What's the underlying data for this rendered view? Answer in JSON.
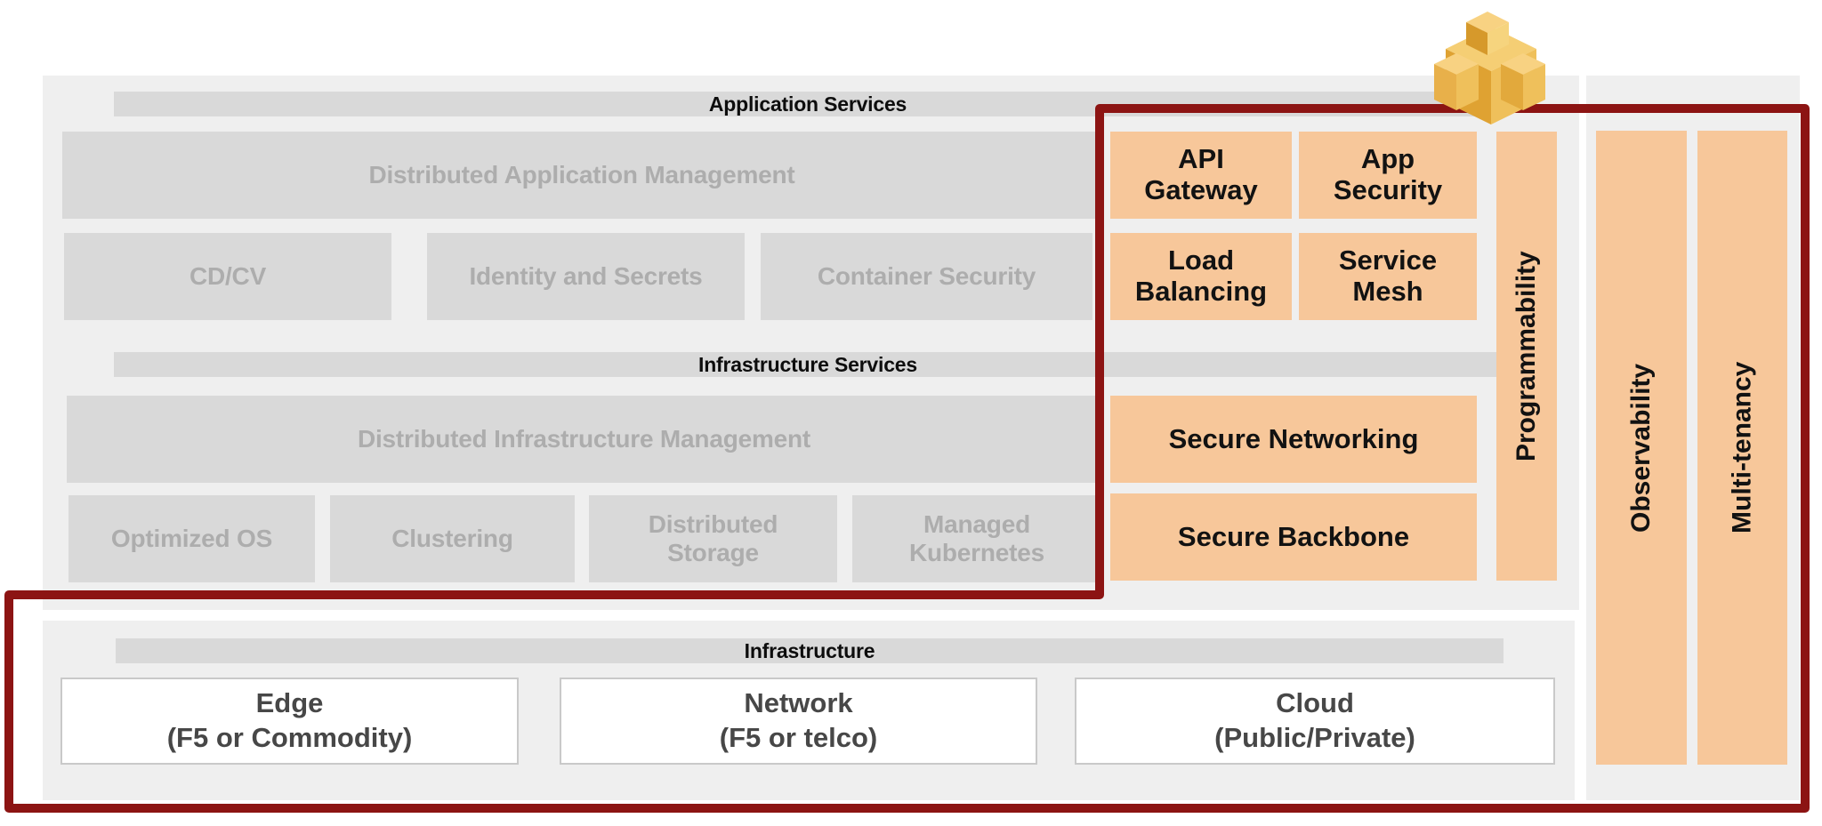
{
  "palette": {
    "panel_bg": "#EFEFEF",
    "band_bg": "#D9D9D9",
    "gray_box_bg": "#D9D9D9",
    "gray_box_text": "#ADADAD",
    "orange_box_bg": "#F7C79A",
    "black_text": "#121212",
    "white_box_text": "#474747",
    "red_border": "#8C1413",
    "cube_gold_top": "#F8D282",
    "cube_gold_left": "#DFA232",
    "cube_gold_right": "#EFC05B"
  },
  "bands": {
    "application": "Application Services",
    "infrastructure_services": "Infrastructure Services",
    "infrastructure": "Infrastructure"
  },
  "application_layer": {
    "management": "Distributed Application Management",
    "boxes": [
      "CD/CV",
      "Identity and Secrets",
      "Container Security"
    ]
  },
  "application_services": {
    "api_gateway": {
      "l1": "API",
      "l2": "Gateway"
    },
    "app_security": {
      "l1": "App",
      "l2": "Security"
    },
    "load_balancing": {
      "l1": "Load",
      "l2": "Balancing"
    },
    "service_mesh": {
      "l1": "Service",
      "l2": "Mesh"
    },
    "secure_networking": "Secure Networking",
    "secure_backbone": "Secure Backbone",
    "programmability": "Programmability"
  },
  "infrastructure_layer": {
    "management": "Distributed Infrastructure Management",
    "optimized_os": "Optimized OS",
    "clustering": "Clustering",
    "distributed_storage": {
      "l1": "Distributed",
      "l2": "Storage"
    },
    "managed_kubernetes": {
      "l1": "Managed",
      "l2": "Kubernetes"
    }
  },
  "platform_bars": {
    "observability": "Observability",
    "multi_tenancy": "Multi-tenancy"
  },
  "infrastructure_row": {
    "edge": {
      "l1": "Edge",
      "l2": "(F5 or Commodity)"
    },
    "network": {
      "l1": "Network",
      "l2": "(F5 or telco)"
    },
    "cloud": {
      "l1": "Cloud",
      "l2": "(Public/Private)"
    }
  },
  "logo": {
    "name": "gold-cubes-logo"
  }
}
